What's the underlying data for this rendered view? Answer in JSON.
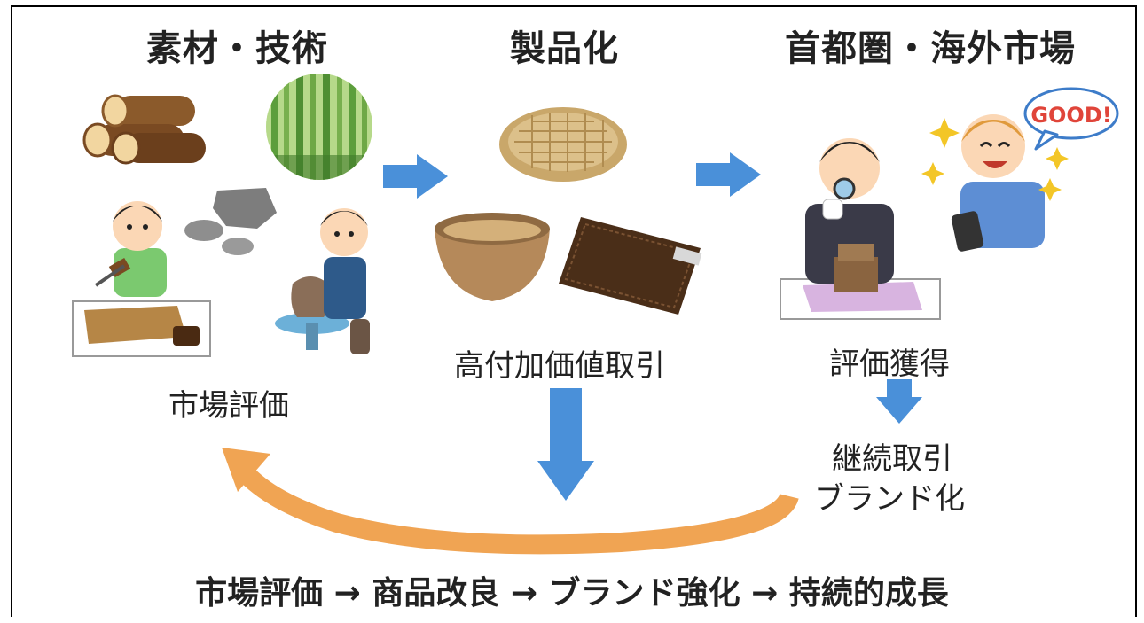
{
  "titles": {
    "materials": "素材・技術",
    "product": "製品化",
    "market": "首都圏・海外市場"
  },
  "labels": {
    "market_eval": "市場評価",
    "high_value": "高付加価値取引",
    "evaluation": "評価獲得",
    "continuation_line1": "継続取引",
    "continuation_line2": "ブランド化"
  },
  "speech_bubble": "GOOD!",
  "bottom_flow": "市場評価 → 商品改良 → ブランド強化 → 持続的成長",
  "colors": {
    "arrow_blue": "#4a90d9",
    "cycle_orange": "#f0a453"
  }
}
